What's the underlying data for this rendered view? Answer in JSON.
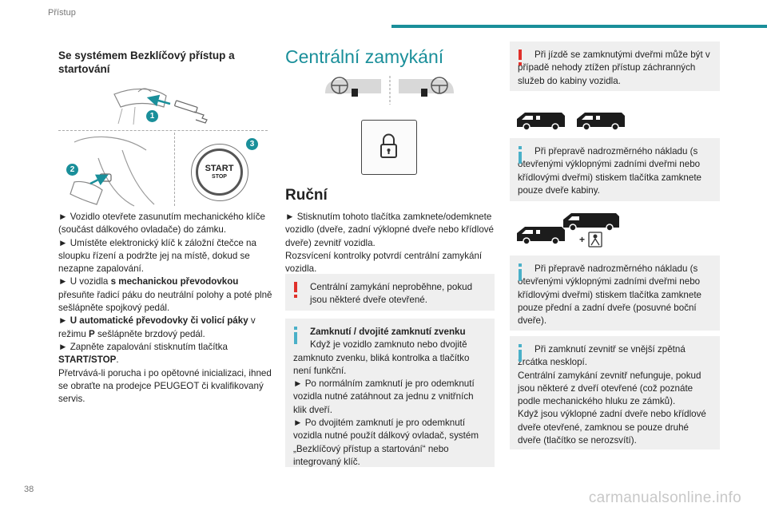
{
  "header": {
    "section": "Přístup",
    "page_number": "38",
    "watermark": "carmanualsonline.info"
  },
  "colors": {
    "accent": "#1a8f9a",
    "warning": "#e0302a",
    "info": "#4ab0c8",
    "box_bg": "#efefef"
  },
  "left": {
    "title": "Se systémem Bezklíčový přístup a startování",
    "figure": {
      "callouts": [
        "1",
        "2",
        "3"
      ],
      "start_label": "START",
      "stop_label": "STOP"
    },
    "p1": "► Vozidlo otevřete zasunutím mechanického klíče (součást dálkového ovladače) do zámku.",
    "p2": "► Umístěte elektronický klíč k záložní čtečce na sloupku řízení a podržte jej na místě, dokud se nezapne zapalování.",
    "p3_a": "► U vozidla ",
    "p3_b": "s mechanickou převodovkou",
    "p3_c": " přesuňte řadicí páku do neutrální polohy a poté plně sešlápněte spojkový pedál.",
    "p4_a": "► ",
    "p4_b": "U automatické převodovky či volicí páky",
    "p4_c": " v režimu ",
    "p4_d": "P",
    "p4_e": " sešlápněte brzdový pedál.",
    "p5_a": "► Zapněte zapalování stisknutím tlačítka ",
    "p5_b": "START/STOP",
    "p5_c": ".",
    "p6": "Přetrvává-li porucha i po opětovné inicializaci, ihned se obraťte na prodejce PEUGEOT či kvalifikovaný servis."
  },
  "middle": {
    "title": "Centrální zamykání",
    "subtitle": "Ruční",
    "p1": "► Stisknutím tohoto tlačítka zamknete/odemknete vozidlo (dveře, zadní výklopné dveře nebo křídlové dveře) zevnitř vozidla.",
    "p2": "Rozsvícení kontrolky potvrdí centrální zamykání vozidla.",
    "warn1": "Centrální zamykání neproběhne, pokud jsou některé dveře otevřené.",
    "info1_title": "Zamknutí / dvojité zamknutí zvenku",
    "info1_l1": "Když je vozidlo zamknuto nebo dvojitě zamknuto zvenku, bliká kontrolka a tlačítko není funkční.",
    "info1_l2": "► Po normálním zamknutí je pro odemknutí vozidla nutné zatáhnout za jednu z vnitřních klik dveří.",
    "info1_l3": "► Po dvojitém zamknutí je pro odemknutí vozidla nutné použít dálkový ovladač, systém „Bezklíčový přístup a startování“ nebo integrovaný klíč."
  },
  "right": {
    "warn2": "Při jízdě se zamknutými dveřmi může být v případě nehody ztížen přístup záchranných služeb do kabiny vozidla.",
    "info2": "Při přepravě nadrozměrného nákladu (s otevřenými výklopnými zadními dveřmi nebo křídlovými dveřmi) stiskem tlačítka zamknete pouze dveře kabiny.",
    "info3": "Při přepravě nadrozměrného nákladu (s otevřenými výklopnými zadními dveřmi nebo křídlovými dveřmi) stiskem tlačítka zamknete pouze přední a zadní dveře (posuvné boční dveře).",
    "info4_l1": "Při zamknutí zevnitř se vnější zpětná zrcátka nesklopí.",
    "info4_l2": "Centrální zamykání zevnitř nefunguje, pokud jsou některé z dveří otevřené (což poznáte podle mechanického hluku ze zámků).",
    "info4_l3": "Když jsou výklopné zadní dveře nebo křídlové dveře otevřené, zamknou se pouze druhé dveře (tlačítko se nerozsvítí)."
  }
}
